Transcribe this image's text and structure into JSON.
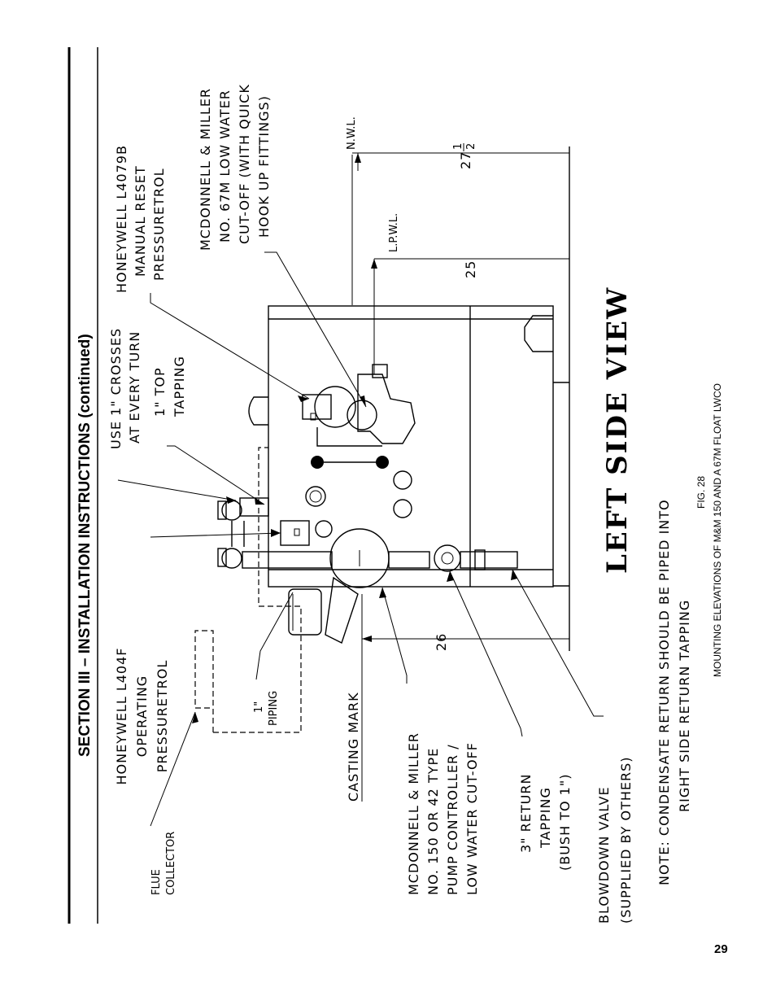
{
  "header": {
    "title": "SECTION III – INSTALLATION INSTRUCTIONS (continued)"
  },
  "view_title": "LEFT SIDE VIEW",
  "labels": {
    "l404f": [
      "HONEYWELL L404F",
      "OPERATING",
      "PRESSURETROL"
    ],
    "crosses": [
      "USE 1\" CROSSES",
      "AT EVERY TURN"
    ],
    "top_tapping": [
      "1\" TOP",
      "TAPPING"
    ],
    "l4079b": [
      "HONEYWELL L4079B",
      "MANUAL RESET",
      "PRESSURETROL"
    ],
    "mm67m": [
      "MCDONNELL & MILLER",
      "NO. 67M LOW WATER",
      "CUT-OFF (WITH QUICK",
      "HOOK UP FITTINGS)"
    ],
    "flue": [
      "FLUE",
      "COLLECTOR"
    ],
    "piping": [
      "1\"",
      "PIPING"
    ],
    "casting": "CASTING MARK",
    "mm150": [
      "MCDONNELL & MILLER",
      "NO. 150 OR 42 TYPE",
      "PUMP CONTROLLER /",
      "LOW WATER CUT-OFF"
    ],
    "return": [
      "3\" RETURN",
      "TAPPING",
      "(BUSH TO 1\")"
    ],
    "blowdown": [
      "BLOWDOWN VALVE",
      "(SUPPLIED BY OTHERS)"
    ],
    "note": [
      "NOTE: CONDENSATE RETURN SHOULD BE PIPED INTO",
      "RIGHT SIDE RETURN TAPPING"
    ],
    "nwl": "N.W.L.",
    "lpwl": "L.P.W.L.",
    "dim_25": "25",
    "dim_26": "26",
    "dim_27_whole": "27",
    "dim_27_num": "1",
    "dim_27_den": "2"
  },
  "caption": {
    "fig": "FIG. 28",
    "text": "MOUNTING ELEVATIONS OF M&M 150 AND A 67M FLOAT LWCO"
  },
  "page_number": "29"
}
